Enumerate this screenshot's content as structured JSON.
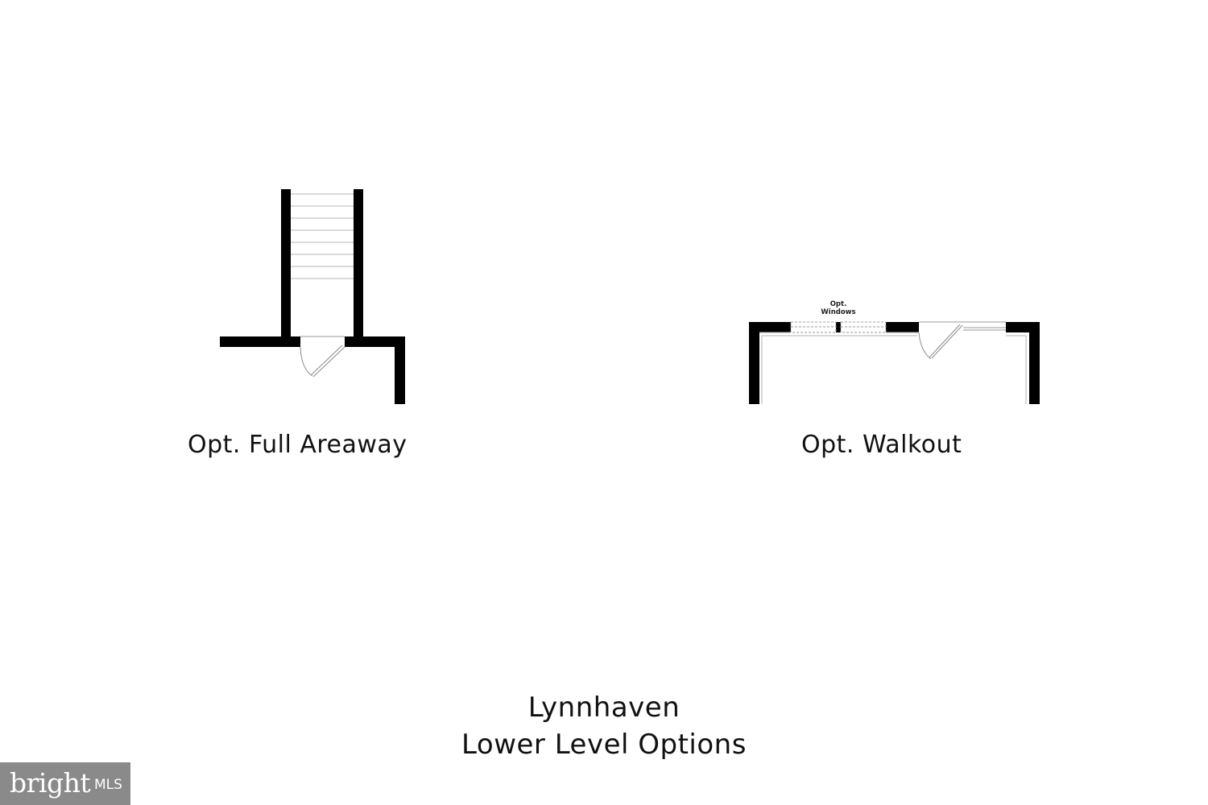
{
  "diagrams": {
    "areaway": {
      "caption": "Opt. Full Areaway"
    },
    "walkout": {
      "caption": "Opt. Walkout",
      "windows_label": [
        "Opt.",
        "Windows"
      ]
    }
  },
  "title": {
    "line1": "Lynnhaven",
    "line2": "Lower Level Options"
  },
  "watermark": {
    "brand": "bright",
    "suffix": "MLS"
  },
  "colors": {
    "wall": "#000000",
    "line": "#9a9a9a",
    "text": "#111111",
    "watermark_bg": "#8a8a8a"
  }
}
